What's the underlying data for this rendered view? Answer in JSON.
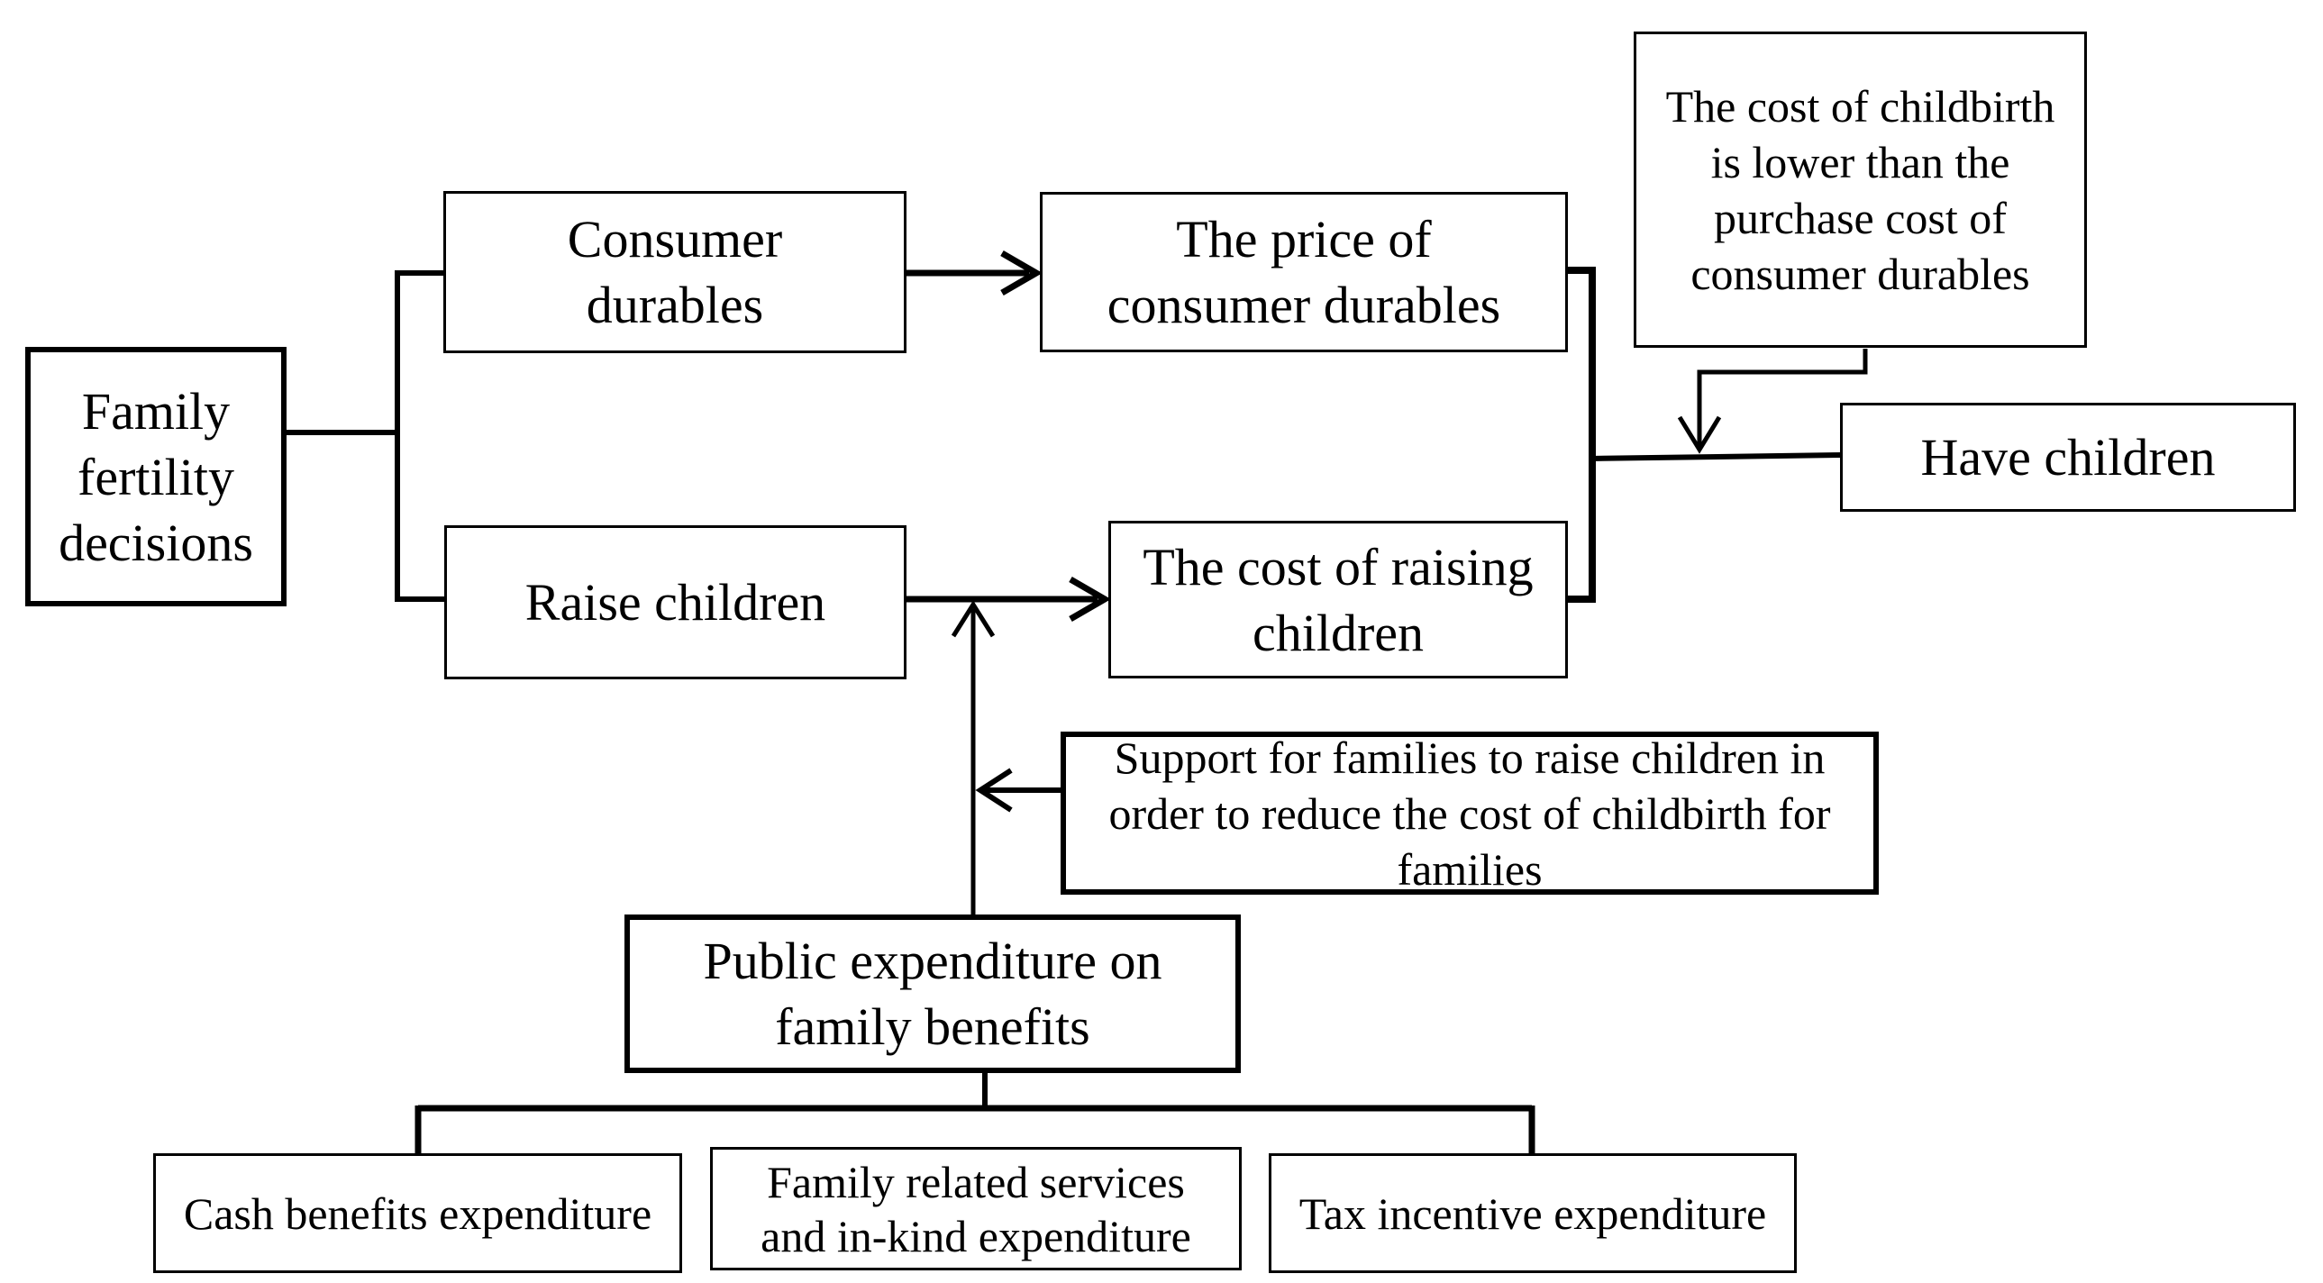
{
  "diagram": {
    "title": "Family fertility decision flowchart",
    "colors": {
      "background": "#ffffff",
      "line": "#000000",
      "text": "#000000",
      "box_fill": "#ffffff"
    },
    "nodes": {
      "family_fertility_decisions": {
        "label": "Family\nfertility\ndecisions"
      },
      "consumer_durables": {
        "label": "Consumer\ndurables"
      },
      "price_of_consumer_durables": {
        "label": "The price of\nconsumer durables"
      },
      "childbirth_cost_condition": {
        "label": "The cost of childbirth\nis lower than the\npurchase cost of\nconsumer durables"
      },
      "have_children": {
        "label": "Have children"
      },
      "raise_children": {
        "label": "Raise children"
      },
      "cost_of_raising_children": {
        "label": "The cost of raising\nchildren"
      },
      "support_for_families": {
        "label": "Support for families to raise children in\norder to reduce the cost of childbirth for\nfamilies"
      },
      "public_expenditure": {
        "label": "Public expenditure on\nfamily benefits"
      },
      "cash_benefits": {
        "label": "Cash benefits expenditure"
      },
      "family_related_services": {
        "label": "Family related services\nand in-kind expenditure"
      },
      "tax_incentive": {
        "label": "Tax incentive expenditure"
      }
    },
    "edges": [
      {
        "from": "family_fertility_decisions",
        "to": "consumer_durables",
        "type": "branch-line"
      },
      {
        "from": "family_fertility_decisions",
        "to": "raise_children",
        "type": "branch-line"
      },
      {
        "from": "consumer_durables",
        "to": "price_of_consumer_durables",
        "type": "arrow"
      },
      {
        "from": "raise_children",
        "to": "cost_of_raising_children",
        "type": "arrow"
      },
      {
        "from": "price_of_consumer_durables",
        "to": "have_children",
        "type": "bracket-line"
      },
      {
        "from": "cost_of_raising_children",
        "to": "have_children",
        "type": "bracket-line"
      },
      {
        "from": "childbirth_cost_condition",
        "to": "have_children",
        "type": "arrow-onto-line"
      },
      {
        "from": "public_expenditure",
        "to": "raise_children",
        "type": "arrow-up"
      },
      {
        "from": "support_for_families",
        "to": "public_expenditure",
        "type": "arrow-left-onto-stem"
      },
      {
        "from": "public_expenditure",
        "to": "cash_benefits",
        "type": "tree-line"
      },
      {
        "from": "public_expenditure",
        "to": "family_related_services",
        "type": "tree-line"
      },
      {
        "from": "public_expenditure",
        "to": "tax_incentive",
        "type": "tree-line"
      }
    ]
  }
}
